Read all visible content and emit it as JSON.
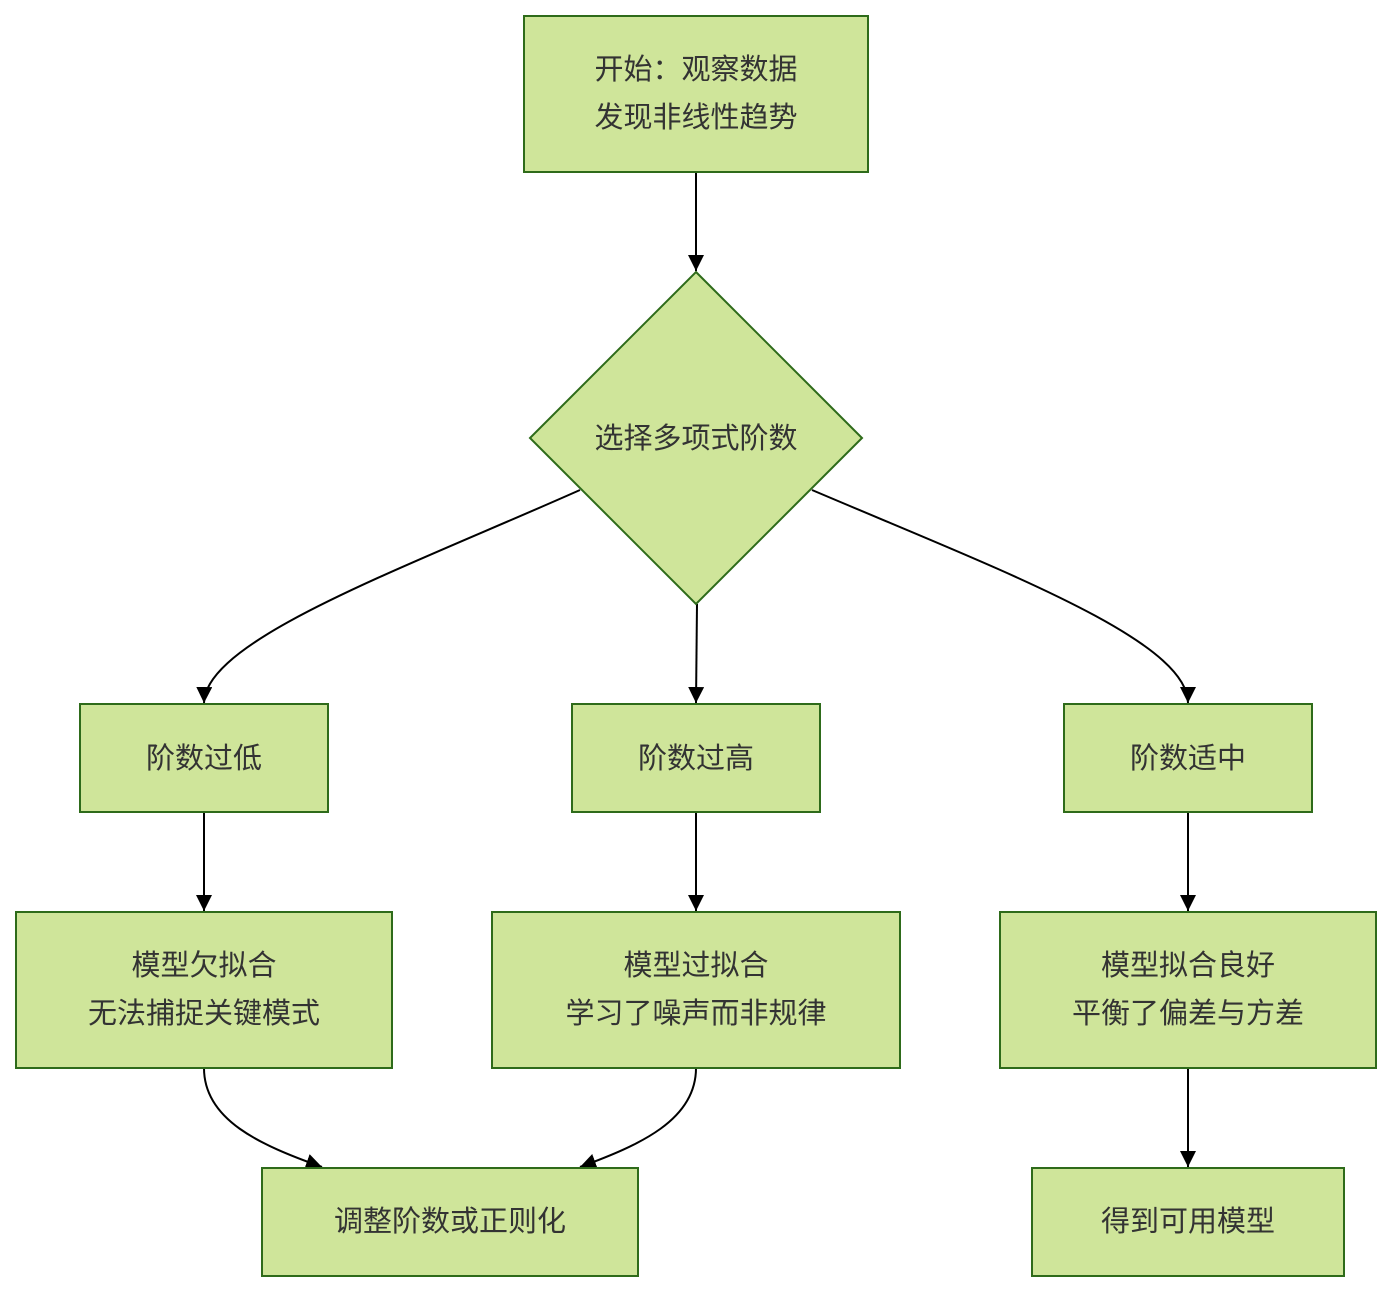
{
  "nodes": {
    "start": {
      "line1": "开始：观察数据",
      "line2": "发现非线性趋势"
    },
    "choose_degree": {
      "label": "选择多项式阶数"
    },
    "degree_low": {
      "label": "阶数过低"
    },
    "degree_high": {
      "label": "阶数过高"
    },
    "degree_right": {
      "label": "阶数适中"
    },
    "underfit": {
      "line1": "模型欠拟合",
      "line2": "无法捕捉关键模式"
    },
    "overfit": {
      "line1": "模型过拟合",
      "line2": "学习了噪声而非规律"
    },
    "goodfit": {
      "line1": "模型拟合良好",
      "line2": "平衡了偏差与方差"
    },
    "adjust": {
      "label": "调整阶数或正则化"
    },
    "usable": {
      "label": "得到可用模型"
    }
  }
}
